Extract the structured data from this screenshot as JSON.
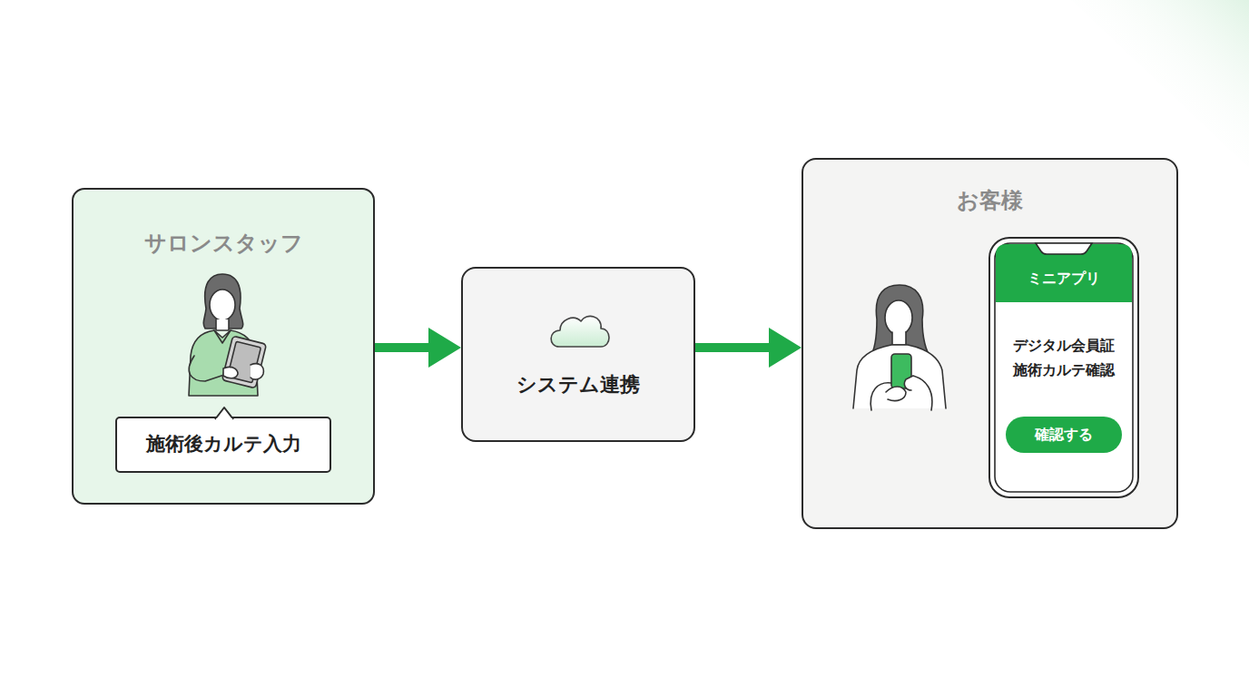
{
  "diagram": {
    "nodes": [
      {
        "text": [
          "サロンスタッフ"
        ]
      },
      {
        "text": [
          "施術後カルテ入力"
        ],
        "in": 0
      },
      {
        "text": [
          "システム連携"
        ]
      },
      {
        "text": [
          "お客様"
        ]
      },
      {
        "text": [
          "ミニアプリ",
          "デジタル会員証 施術カルテ確認"
        ],
        "in": 3
      },
      {
        "text": [
          "確認する"
        ],
        "in": 4
      }
    ],
    "edges": [
      {
        "from": 0,
        "to": 2,
        "arrow": "to"
      },
      {
        "from": 2,
        "to": 3,
        "arrow": "to"
      }
    ]
  }
}
